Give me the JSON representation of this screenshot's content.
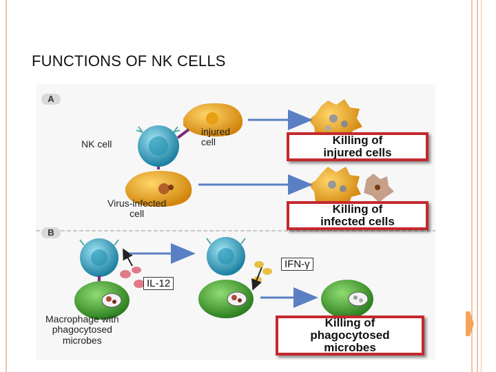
{
  "slide": {
    "title": "FUNCTIONS OF NK CELLS"
  },
  "figure": {
    "panel_a": "A",
    "panel_b": "B",
    "labels": {
      "nk_cell": "NK cell",
      "injured_cell": [
        "injured",
        "cell"
      ],
      "virus_infected": [
        "Virus-infected",
        "cell"
      ],
      "macrophage": [
        "Macrophage with",
        "phagocytosed",
        "microbes"
      ],
      "il12": "IL-12",
      "ifn": "IFN-γ"
    },
    "boxes": {
      "injured": [
        "Killing of",
        "injured cells"
      ],
      "infected": [
        "Killing of",
        "infected cells"
      ],
      "microbes": [
        "Killing of",
        "phagocytosed",
        "microbes"
      ]
    },
    "colors": {
      "accent": "#f2c4a8",
      "box_border": "#c4282e",
      "nk_cell": "#2fa6c6",
      "injured_cell": "#f0a21a",
      "macrophage": "#3a9a2c",
      "arrow": "#5a7fc4"
    }
  }
}
